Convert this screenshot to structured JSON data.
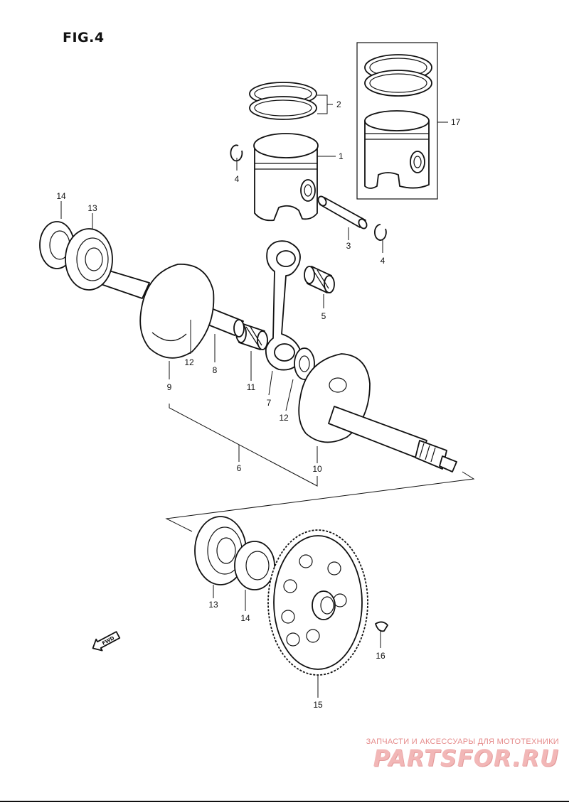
{
  "figure": {
    "title": "FIG.4"
  },
  "callouts": {
    "piston": "1",
    "piston_ring_set": "2",
    "piston_pin": "3",
    "circlip_right": "4",
    "circlip_left": "4",
    "needle_bearing_small": "5",
    "crankshaft_assy": "6",
    "connecting_rod": "7",
    "crank_pin": "8",
    "crank_web_left": "9",
    "crank_web_right": "10",
    "needle_bearing_large": "11",
    "thrust_washer_left": "12",
    "thrust_washer_right": "12",
    "bearing_left": "13",
    "bearing_right": "13",
    "oil_seal_left": "14",
    "oil_seal_right": "14",
    "gear": "15",
    "key": "16",
    "piston_ring_kit": "17"
  },
  "fwd_label": "FWD",
  "watermark": {
    "line1": "ЗАПЧАСТИ И АКСЕССУАРЫ ДЛЯ МОТОТЕХНИКИ",
    "logo": "PARTSFOR.RU"
  }
}
